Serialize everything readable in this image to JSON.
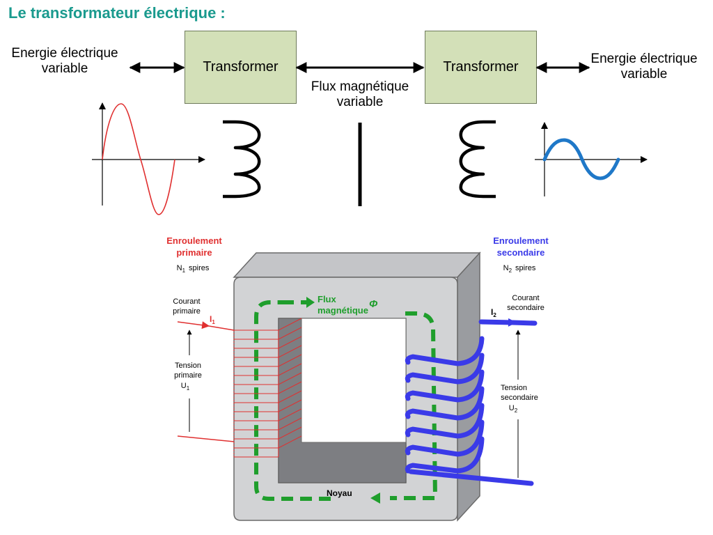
{
  "title": "Le transformateur électrique :",
  "block_diagram": {
    "left_energy": {
      "line1": "Energie électrique",
      "line2": "variable"
    },
    "right_energy": {
      "line1": "Energie électrique",
      "line2": "variable"
    },
    "box_left": "Transformer",
    "box_right": "Transformer",
    "flux": {
      "line1": "Flux magnétique",
      "line2": "variable"
    }
  },
  "transformer": {
    "primary_winding": {
      "line1": "Enroulement",
      "line2": "primaire"
    },
    "primary_turns": {
      "sym": "N",
      "sub": "1",
      "suffix": "spires"
    },
    "primary_current": {
      "line1": "Courant",
      "line2": "primaire"
    },
    "primary_current_symbol": {
      "sym": "I",
      "sub": "1"
    },
    "primary_voltage": {
      "line1": "Tension",
      "line2": "primaire",
      "sym": "U",
      "sub": "1"
    },
    "secondary_winding": {
      "line1": "Enroulement",
      "line2": "secondaire"
    },
    "secondary_turns": {
      "sym": "N",
      "sub": "2",
      "suffix": "spires"
    },
    "secondary_current": {
      "line1": "Courant",
      "line2": "secondaire"
    },
    "secondary_current_symbol": {
      "sym": "I",
      "sub": "2"
    },
    "secondary_voltage": {
      "line1": "Tension",
      "line2": "secondaire",
      "sym": "U",
      "sub": "2"
    },
    "flux": {
      "line1": "Flux",
      "line2": "magnétique",
      "symbol": "Φ"
    },
    "core": "Noyau"
  },
  "colors": {
    "title": "#1a9a8e",
    "box_fill": "#d3e0b8",
    "primary": "#e03030",
    "secondary": "#3a3ae8",
    "flux": "#1f9e2c",
    "wave_secondary": "#1f78c8",
    "core_front": "#d2d3d5",
    "core_side": "#9a9ca0"
  },
  "icons": [
    "double-arrow-icon",
    "sine-wave-icon",
    "coil-icon",
    "arrow-icon"
  ]
}
